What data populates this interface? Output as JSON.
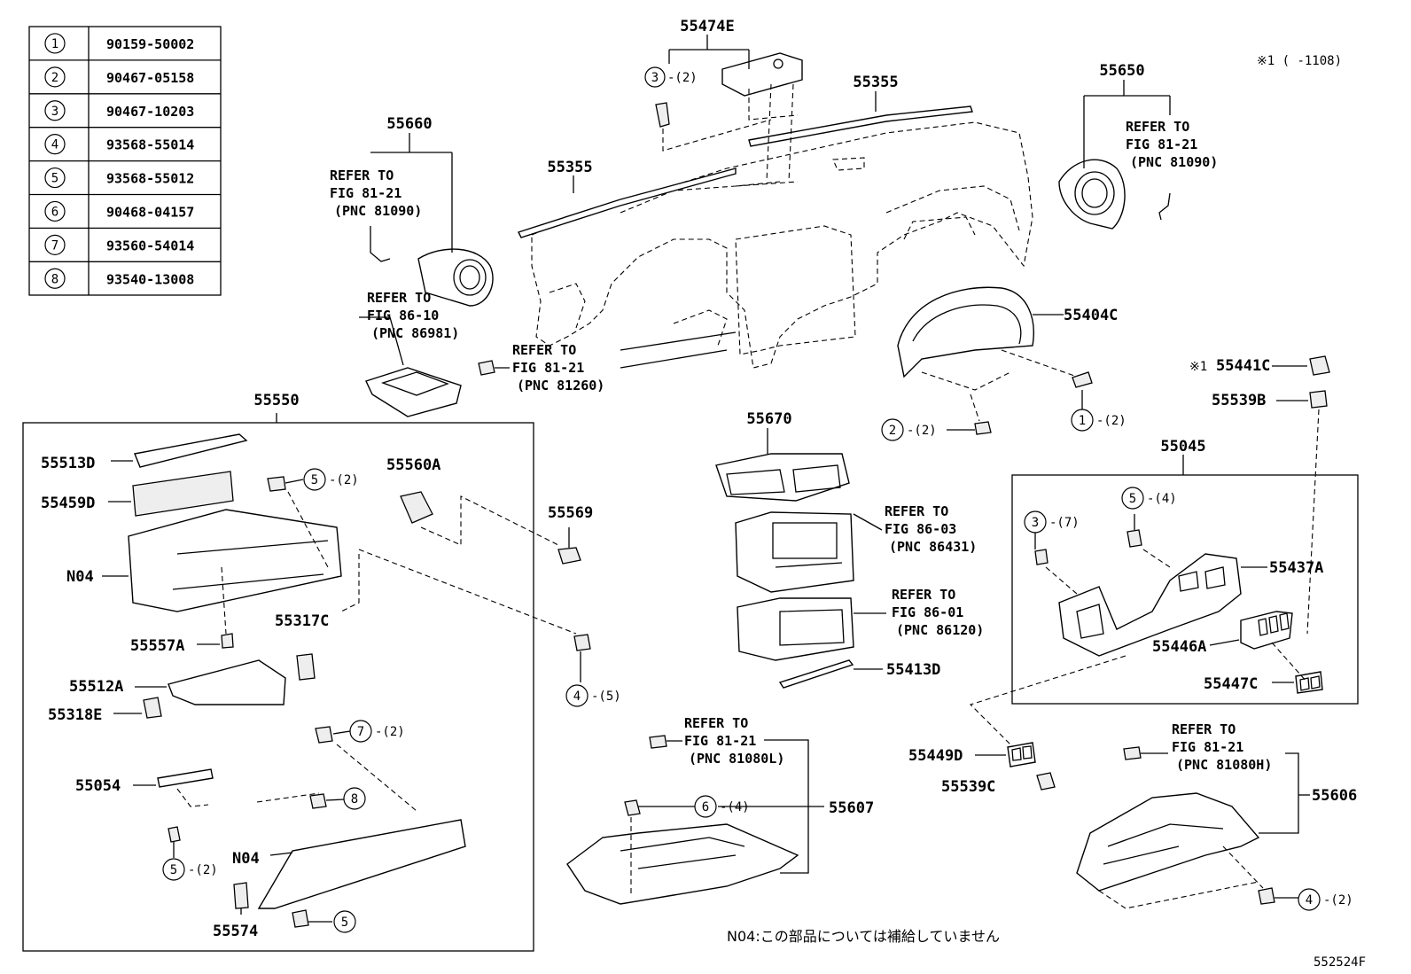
{
  "parts_table": [
    {
      "no": "1",
      "part": "90159-50002"
    },
    {
      "no": "2",
      "part": "90467-05158"
    },
    {
      "no": "3",
      "part": "90467-10203"
    },
    {
      "no": "4",
      "part": "93568-55014"
    },
    {
      "no": "5",
      "part": "93568-55012"
    },
    {
      "no": "6",
      "part": "90468-04157"
    },
    {
      "no": "7",
      "part": "93560-54014"
    },
    {
      "no": "8",
      "part": "93540-13008"
    }
  ],
  "footnote_mark": "※1 (      -1108)",
  "labels": {
    "p55474E": "55474E",
    "p55355a": "55355",
    "p55355b": "55355",
    "p55650": "55650",
    "p55660": "55660",
    "p55404C": "55404C",
    "p55441C": "55441C",
    "p55441C_mark": "※1",
    "p55539B": "55539B",
    "p55550": "55550",
    "p55513D": "55513D",
    "p55459D": "55459D",
    "n04a": "N04",
    "p55557A": "55557A",
    "p55317C": "55317C",
    "p55512A": "55512A",
    "p55318E": "55318E",
    "p55054": "55054",
    "n04b": "N04",
    "p55574": "55574",
    "p55560A": "55560A",
    "p55569": "55569",
    "p55670": "55670",
    "p55413D": "55413D",
    "p55045": "55045",
    "p55437A": "55437A",
    "p55446A": "55446A",
    "p55447C": "55447C",
    "p55449D": "55449D",
    "p55539C": "55539C",
    "p55607": "55607",
    "p55606": "55606"
  },
  "refs": {
    "r55660": [
      "REFER TO",
      "FIG 81-21",
      "(PNC 81090)"
    ],
    "r55650": [
      "REFER TO",
      "FIG 81-21",
      "(PNC 81090)"
    ],
    "r86981": [
      "REFER TO",
      "FIG 86-10",
      "(PNC 86981)"
    ],
    "r81260": [
      "REFER TO",
      "FIG 81-21",
      "(PNC 81260)"
    ],
    "r86431": [
      "REFER TO",
      "FIG 86-03",
      "(PNC 86431)"
    ],
    "r86120": [
      "REFER TO",
      "FIG 86-01",
      "(PNC 86120)"
    ],
    "r81080L": [
      "REFER TO",
      "FIG 81-21",
      "(PNC 81080L)"
    ],
    "r81080H": [
      "REFER TO",
      "FIG 81-21",
      "(PNC 81080H)"
    ]
  },
  "callouts": {
    "c3_top": {
      "n": "3",
      "q": "-(2)"
    },
    "c2_mid": {
      "n": "2",
      "q": "-(2)"
    },
    "c1_mid": {
      "n": "1",
      "q": "-(2)"
    },
    "c5_a": {
      "n": "5",
      "q": "-(2)"
    },
    "c4_a": {
      "n": "4",
      "q": "-(5)"
    },
    "c7": {
      "n": "7",
      "q": "-(2)"
    },
    "c8": {
      "n": "8",
      "q": ""
    },
    "c5_b": {
      "n": "5",
      "q": "-(2)"
    },
    "c5_c": {
      "n": "5",
      "q": ""
    },
    "c6": {
      "n": "6",
      "q": "-(4)"
    },
    "c3_r": {
      "n": "3",
      "q": "-(7)"
    },
    "c5_r": {
      "n": "5",
      "q": "-(4)"
    },
    "c4_b": {
      "n": "4",
      "q": "-(2)"
    }
  },
  "note_n04": "N04:この部品については補給していません",
  "fig_code": "552524F"
}
